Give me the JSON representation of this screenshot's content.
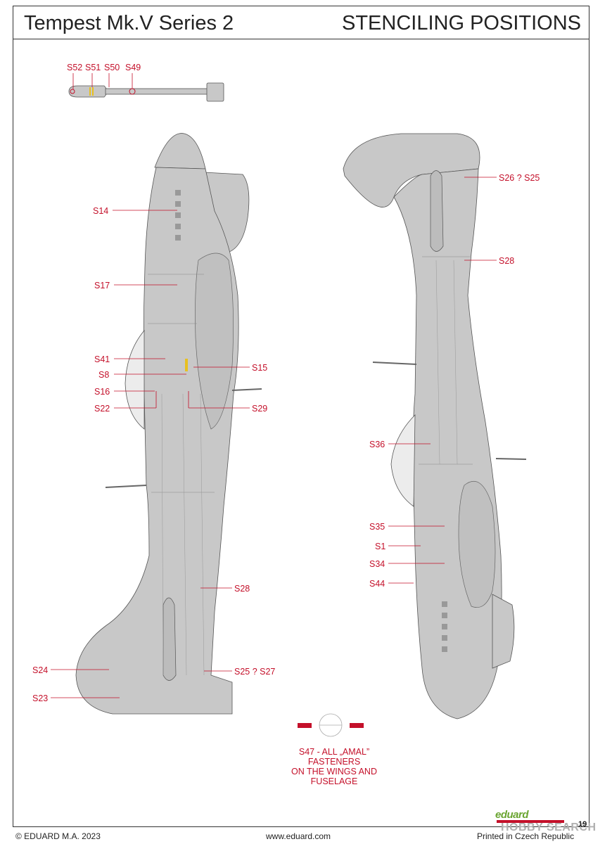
{
  "header": {
    "title_left": "Tempest Mk.V Series 2",
    "title_right": "STENCILING POSITIONS"
  },
  "colors": {
    "fuselage_gray": "#c8c8c8",
    "label_red": "#c4102a",
    "marking_yellow": "#e8c020",
    "brand_green": "#6aa531"
  },
  "tank_labels": [
    "S52",
    "S51",
    "S50",
    "S49"
  ],
  "left_view_labels": {
    "s14": "S14",
    "s17": "S17",
    "s41": "S41",
    "s8": "S8",
    "s15": "S15",
    "s16": "S16",
    "s22": "S22",
    "s29": "S29",
    "s28": "S28",
    "s24": "S24",
    "s25_27": "S25 ? S27",
    "s23": "S23"
  },
  "right_view_labels": {
    "s26_25": "S26 ? S25",
    "s28": "S28",
    "s36": "S36",
    "s35": "S35",
    "s1": "S1",
    "s34": "S34",
    "s44": "S44"
  },
  "note": {
    "line1": "S47 - ALL „AMAL”",
    "line2": "FASTENERS",
    "line3": "ON THE WINGS AND",
    "line4": "FUSELAGE"
  },
  "footer": {
    "copyright": "© EDUARD M.A. 2023",
    "website": "www.eduard.com",
    "printed": "Printed in Czech Republic",
    "brand": "eduard",
    "page_number": "19",
    "watermark": "HOBBY SEARCH"
  }
}
